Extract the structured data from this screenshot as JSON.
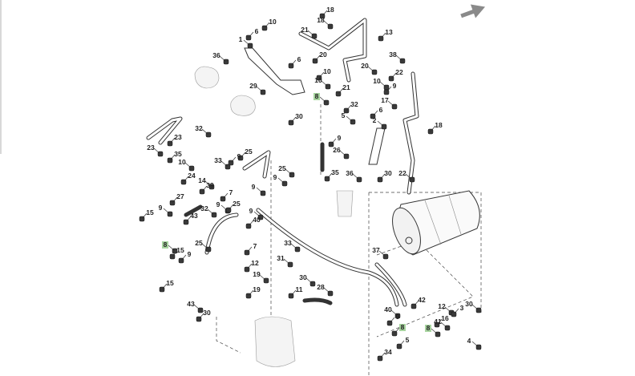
{
  "diagram": {
    "callouts": [
      "18",
      "18",
      "10",
      "21",
      "6",
      "1",
      "13",
      "36",
      "20",
      "38",
      "6",
      "20",
      "10",
      "10",
      "21",
      "10",
      "22",
      "29",
      "9",
      "8",
      "32",
      "17",
      "30",
      "5",
      "6",
      "2",
      "18",
      "32",
      "23",
      "23",
      "35",
      "10",
      "9",
      "26",
      "25",
      "33",
      "9",
      "25",
      "24",
      "14",
      "39",
      "9",
      "35",
      "36",
      "30",
      "22",
      "7",
      "9",
      "27",
      "9",
      "15",
      "9",
      "43",
      "32",
      "25",
      "9",
      "40",
      "8",
      "15",
      "25",
      "7",
      "33",
      "9",
      "31",
      "12",
      "19",
      "15",
      "30",
      "11",
      "28",
      "19",
      "43",
      "30",
      "37",
      "42",
      "40",
      "9",
      "12",
      "3",
      "30",
      "8",
      "41",
      "16",
      "8",
      "5",
      "4",
      "34"
    ],
    "highlighted_callout": "8",
    "highlight_color": "#a8d5a0",
    "next_arrow_icon": "arrow-right-icon"
  }
}
